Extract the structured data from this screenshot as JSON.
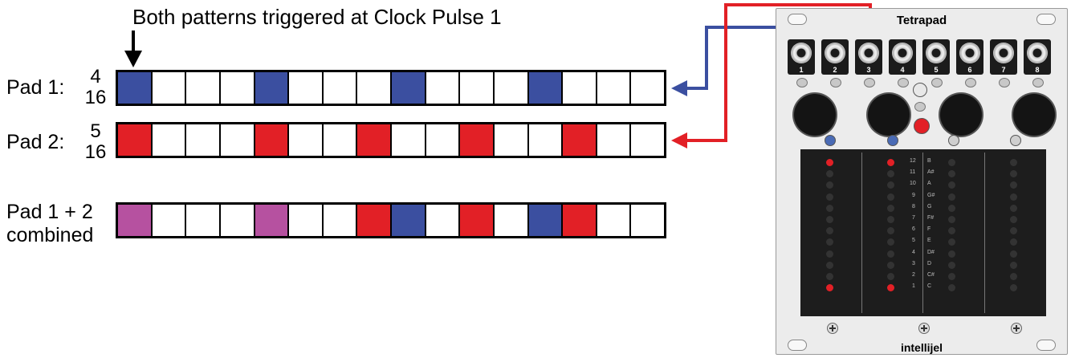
{
  "title": "Both patterns triggered at Clock Pulse 1",
  "colors": {
    "blue": "#3b4fa0",
    "red": "#e22026",
    "purple": "#b651a0",
    "empty": "#ffffff"
  },
  "rows": [
    {
      "label": "Pad 1:",
      "numerator": "4",
      "denominator": "16",
      "steps": [
        "blue",
        "white",
        "white",
        "white",
        "blue",
        "white",
        "white",
        "white",
        "blue",
        "white",
        "white",
        "white",
        "blue",
        "white",
        "white",
        "white"
      ]
    },
    {
      "label": "Pad 2:",
      "numerator": "5",
      "denominator": "16",
      "steps": [
        "red",
        "white",
        "white",
        "white",
        "red",
        "white",
        "white",
        "red",
        "white",
        "white",
        "red",
        "white",
        "white",
        "red",
        "white",
        "white"
      ]
    },
    {
      "label_line1": "Pad 1 + 2",
      "label_line2": "combined",
      "steps": [
        "purple",
        "white",
        "white",
        "white",
        "purple",
        "white",
        "white",
        "red",
        "blue",
        "white",
        "red",
        "white",
        "blue",
        "red",
        "white",
        "white"
      ]
    }
  ],
  "module": {
    "name": "Tetrapad",
    "brand": "intellijel",
    "jacks": [
      "1",
      "2",
      "3",
      "4",
      "5",
      "6",
      "7",
      "8"
    ],
    "notes": [
      "12",
      "11",
      "10",
      "9",
      "8",
      "7",
      "6",
      "5",
      "4",
      "3",
      "2",
      "1"
    ],
    "note_names": [
      "B",
      "A#",
      "A",
      "G#",
      "G",
      "F#",
      "F",
      "E",
      "D#",
      "D",
      "C#",
      "C"
    ],
    "lit_columns": [
      0,
      1
    ],
    "lit_notes": [
      "12",
      "1"
    ]
  }
}
